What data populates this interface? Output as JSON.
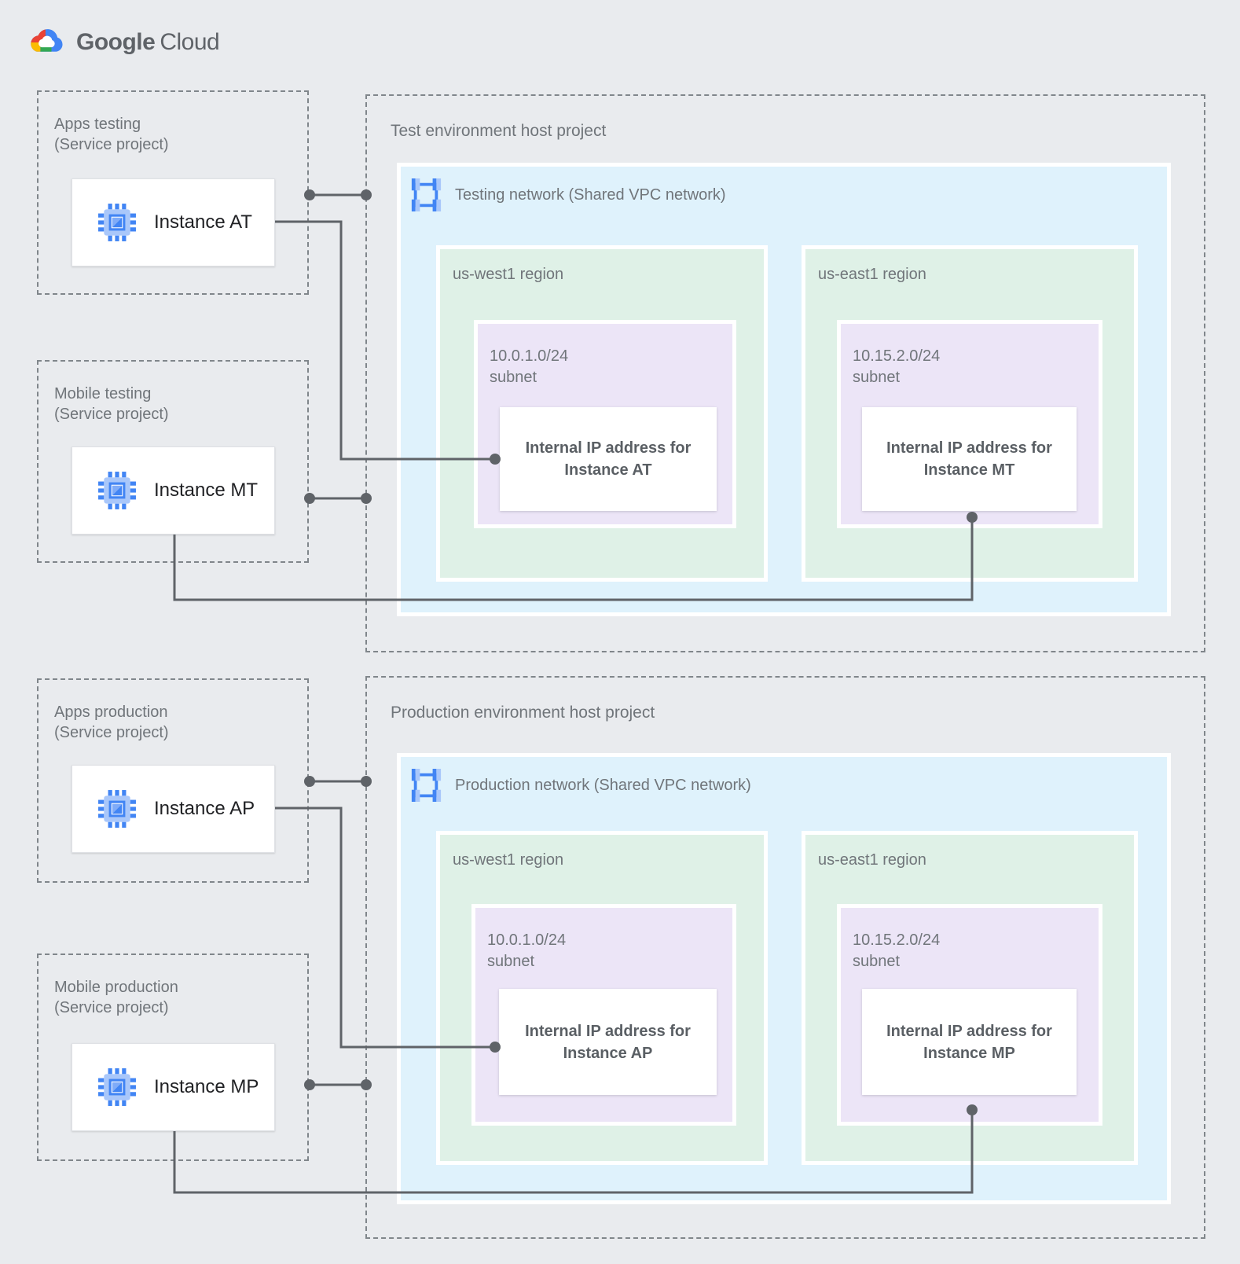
{
  "colors": {
    "canvas": "#E9EBEE",
    "network-box": "#DFF2FC",
    "region-box": "#DFF1E7",
    "subnet-box": "#ECE5F7",
    "connector": "#5F6368",
    "label-gray": "#70757A",
    "title-dark": "#202124",
    "ip-text": "#5A5F64",
    "google-blue": "#4285F4",
    "google-blue-light": "#A9C7FA",
    "google-red": "#EA4335",
    "google-yellow": "#FBBC04",
    "google-green": "#34A853"
  },
  "logo": {
    "icon": "google-cloud-logo-icon",
    "text_primary": "Google",
    "text_secondary": "Cloud"
  },
  "service_projects": [
    {
      "title": "Apps testing",
      "subtitle": "(Service project)",
      "instance": {
        "icon": "compute-instance-icon",
        "label": "Instance AT"
      }
    },
    {
      "title": "Mobile testing",
      "subtitle": "(Service project)",
      "instance": {
        "icon": "compute-instance-icon",
        "label": "Instance MT"
      }
    },
    {
      "title": "Apps production",
      "subtitle": "(Service project)",
      "instance": {
        "icon": "compute-instance-icon",
        "label": "Instance AP"
      }
    },
    {
      "title": "Mobile production",
      "subtitle": "(Service project)",
      "instance": {
        "icon": "compute-instance-icon",
        "label": "Instance MP"
      }
    }
  ],
  "host_projects": [
    {
      "title": "Test environment host project",
      "network": {
        "icon": "vpc-network-icon",
        "label": "Testing network (Shared VPC network)"
      },
      "regions": [
        {
          "label": "us-west1 region",
          "subnet_cidr": "10.0.1.0/24",
          "subnet_word": "subnet",
          "ip_card": {
            "line1": "Internal IP address for",
            "line2": "Instance AT"
          }
        },
        {
          "label": "us-east1 region",
          "subnet_cidr": "10.15.2.0/24",
          "subnet_word": "subnet",
          "ip_card": {
            "line1": "Internal IP address for",
            "line2": "Instance MT"
          }
        }
      ]
    },
    {
      "title": "Production environment host project",
      "network": {
        "icon": "vpc-network-icon",
        "label": "Production network (Shared VPC network)"
      },
      "regions": [
        {
          "label": "us-west1 region",
          "subnet_cidr": "10.0.1.0/24",
          "subnet_word": "subnet",
          "ip_card": {
            "line1": "Internal IP address for",
            "line2": "Instance AP"
          }
        },
        {
          "label": "us-east1 region",
          "subnet_cidr": "10.15.2.0/24",
          "subnet_word": "subnet",
          "ip_card": {
            "line1": "Internal IP address for",
            "line2": "Instance MP"
          }
        }
      ]
    }
  ]
}
